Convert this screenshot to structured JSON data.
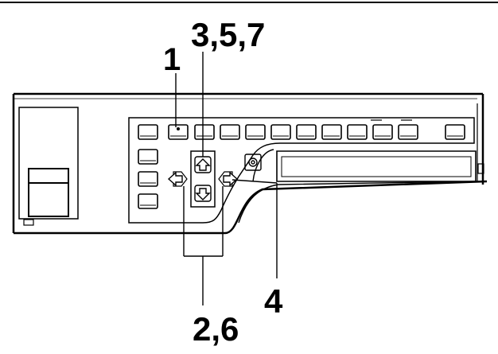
{
  "callouts": {
    "label_1": "1",
    "label_357": "3,5,7",
    "label_26": "2,6",
    "label_4": "4"
  },
  "colors": {
    "line": "#000000",
    "background": "#ffffff",
    "button_fill": "#ffffff"
  },
  "icons": {
    "up_button": "arrow-up-icon",
    "down_button": "arrow-down-icon",
    "left_button": "arrow-left-icon",
    "right_button": "arrow-right-icon",
    "center_knob": "knob-icon"
  }
}
